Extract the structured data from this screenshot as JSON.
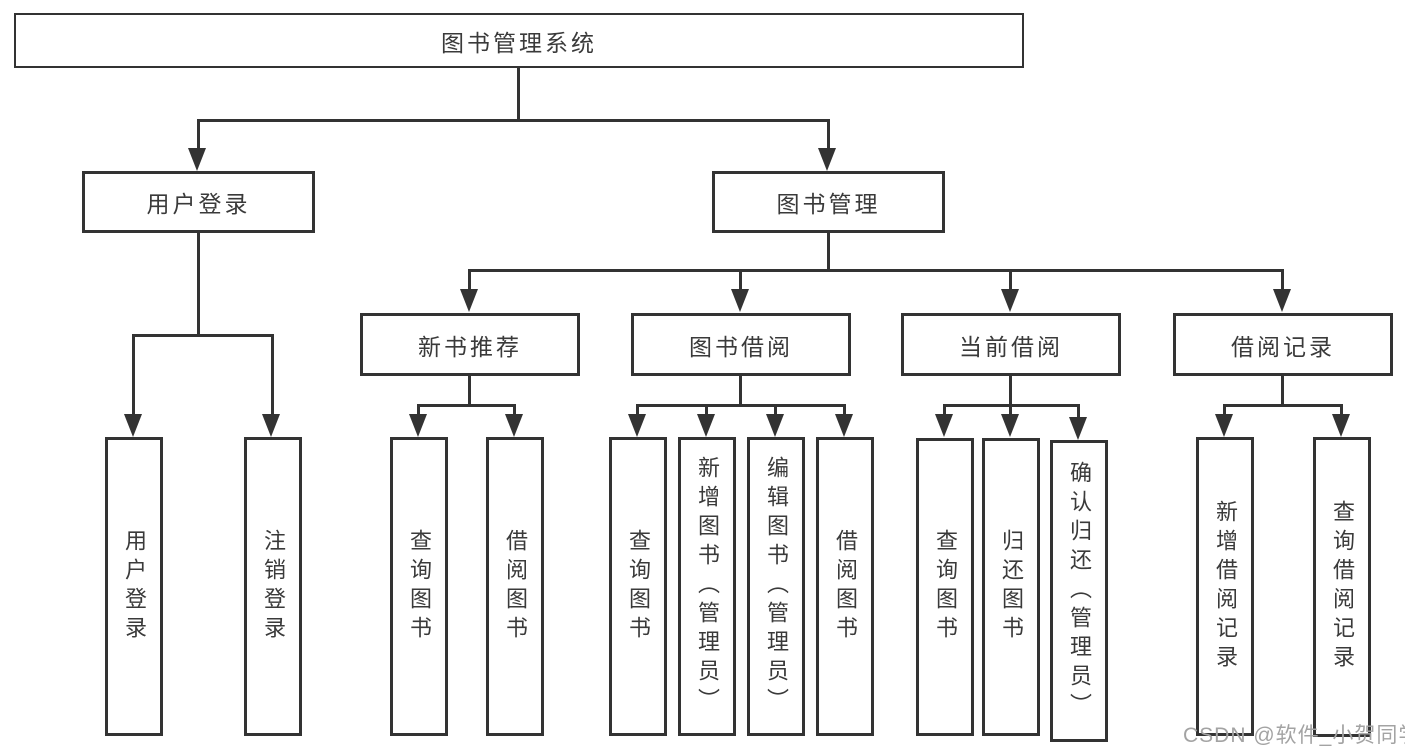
{
  "colors": {
    "line": "#333333",
    "text": "#3a3a3a",
    "background": "#ffffff",
    "watermark": "#a3a3a3"
  },
  "watermark": {
    "text": "CSDN @软件_小贺同学"
  },
  "tree": {
    "label": "图书管理系统",
    "children": [
      {
        "label": "用户登录",
        "children": [
          {
            "label": "用户登录"
          },
          {
            "label": "注销登录"
          }
        ]
      },
      {
        "label": "图书管理",
        "children": [
          {
            "label": "新书推荐",
            "children": [
              {
                "label": "查询图书"
              },
              {
                "label": "借阅图书"
              }
            ]
          },
          {
            "label": "图书借阅",
            "children": [
              {
                "label": "查询图书"
              },
              {
                "label": "新增图书（管理员）"
              },
              {
                "label": "编辑图书（管理员）"
              },
              {
                "label": "借阅图书"
              }
            ]
          },
          {
            "label": "当前借阅",
            "children": [
              {
                "label": "查询图书"
              },
              {
                "label": "归还图书"
              },
              {
                "label": "确认归还（管理员）"
              }
            ]
          },
          {
            "label": "借阅记录",
            "children": [
              {
                "label": "新增借阅记录"
              },
              {
                "label": "查询借阅记录"
              }
            ]
          }
        ]
      }
    ]
  }
}
